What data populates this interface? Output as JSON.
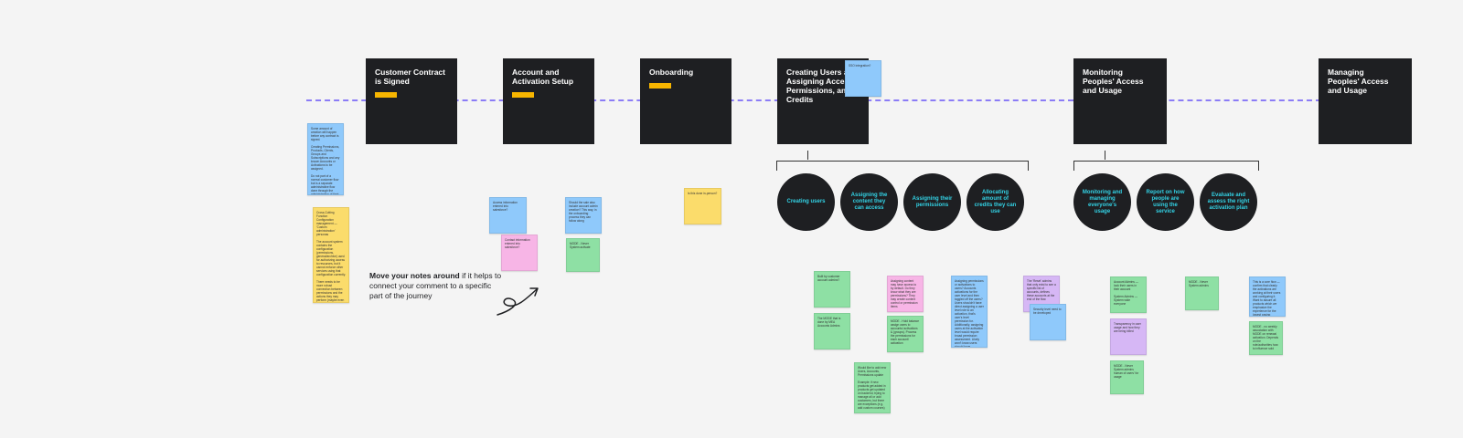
{
  "stages": [
    {
      "title": "Customer Contract\nis Signed"
    },
    {
      "title": "Account and\nActivation Setup"
    },
    {
      "title": "Onboarding"
    },
    {
      "title": "Creating Users and\nAssigning Access,\nPermissions, and\nCredits"
    },
    {
      "title": "Monitoring\nPeoples' Access\nand Usage"
    },
    {
      "title": "Managing\nPeoples' Access\nand Usage"
    }
  ],
  "creating_circles": [
    "Creating users",
    "Assigning the content they can access",
    "Assigning their permissions",
    "Allocating amount of credits they can use"
  ],
  "monitoring_circles": [
    "Monitoring and managing everyone's usage",
    "Report on how people are using the service",
    "Evaluate and assess the right activation plan"
  ],
  "instruction": {
    "bold": "Move your notes around",
    "rest": " if it helps to connect your comment to a specific part of the journey"
  },
  "notes": {
    "sso": "SSO integration?",
    "left_blue": "Some amount of creation will happen before any contract is signed.\n\nCreating Permissions, Products, Clients, Groups and Subscriptions and any known Accounts or Activations to be assigned.\n\nDo not part of a normal customer flow but is a separate administrative flow done through the administration of their feeds into this",
    "left_yellow": "Cross-Cutting Function\nConfiguration\nmanagement — 'Custom administration' personas\n\nThe account system contains the configuration (permissions, general/archive) used for authorizing access to resources, but it cannot enforce other services using that configuration currently.\n\nThere needs to be more robust connection between permissions and the actions they may perform (maybe even using them to be owned by a prescribed team maybe?)",
    "acc_blue": "Access information entered into salesforce?",
    "acc_pink": "Contact information entered into salesforce?",
    "onb_blue": "Should the sale also include account admin creation? This way, in the onboarding process they can follow along",
    "onb_green": "MODE - Never System activate",
    "onb_yellow": "Is this done in-person?",
    "cr_green1": "Built by customer account admins?",
    "cr_green2": "The MODE that is done by MEA Accounts Admins",
    "cr_green3": "Would like to add new Users, Accounts, Permissions update\n\nExample: if new products get added in products get updated on backend, trying to manage all or add customers, but there are exceptions (e.g. add custom courses)",
    "cr_pink": "Assigning content may have access to by default. Do they know what they are permissions? They may create content control or permission items",
    "cr_green4": "MODE - Hold balance assign users to accounts/ activations & (groups). Process the permissions for each account/ activation",
    "cr_blue": "Assigning permissions or activations to users? Accounts activations for the user level and then toggled off the users? Users shouldn't have direct assigning a user level role to an activation, that's user's level permission for. Additionally, assigning users at the activation level would require broad permission assessment. Likely won't know users should have permissions assigned to them from the user level at the activation.",
    "cr_purple": "The 'Reset' admins that only exist to see a specific list of accounts, defines these accounts at the end of the flow",
    "cr_blue2": "Security level need to be developed",
    "mon_green1": "Account Admins — look their users in their account\n\nSystem Admins — System wide everyone",
    "mon_purple": "Transparency in user usage and how they are being billed",
    "mon_green2": "MODE - Never System admins human of users' for usage",
    "mon_green3": "MODE - Never System admins",
    "mg_blue": "This is a core flow — confirm that clearly the activations are working at their users and configuring it. Want to assure all products which we emphasize the experience for the lowest paying customer",
    "mg_green": "MODE - no weekly association with MODE on renewal activation. Depends on the role/authorities how to influence sold"
  },
  "colors": {
    "stage_bg": "#1e1f22",
    "tag": "#f7b500",
    "circle_text": "#33d3e6",
    "timeline": "#8b7cf6"
  }
}
